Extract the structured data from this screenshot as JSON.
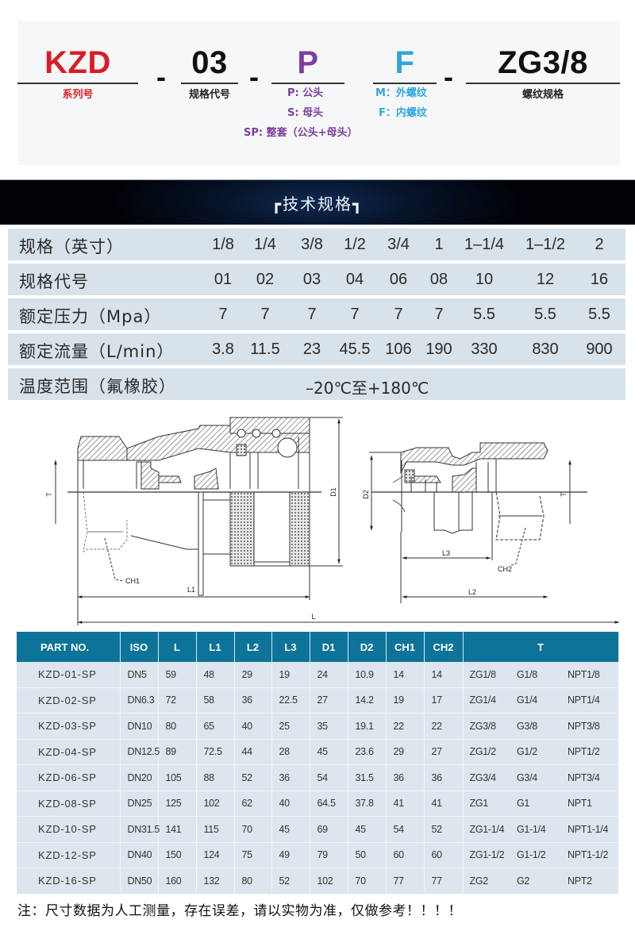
{
  "model_code": {
    "series": {
      "code": "KZD",
      "label": "系列号",
      "color": "#d81e25"
    },
    "spec": {
      "code": "03",
      "label": "规格代号",
      "color": "#111111"
    },
    "gender": {
      "code": "P",
      "color": "#7b3fa0",
      "options": [
        "P: 公头",
        "S: 母头",
        "SP: 整套（公头+母头）"
      ]
    },
    "thread_type": {
      "code": "F",
      "color": "#2ea7dc",
      "options": [
        "M：外螺纹",
        "F：内螺纹"
      ]
    },
    "thread": {
      "code": "ZG3/8",
      "label": "螺纹规格",
      "color": "#111111"
    },
    "separator": "-"
  },
  "spec_section": {
    "title": "技术规格",
    "bracket_left": "┏",
    "bracket_right": "┓",
    "rows": [
      {
        "label": "规格（英寸）",
        "values": [
          "1/8",
          "1/4",
          "3/8",
          "1/2",
          "3/4",
          "1",
          "1–1/4",
          "1–1/2",
          "2"
        ]
      },
      {
        "label": "规格代号",
        "values": [
          "01",
          "02",
          "03",
          "04",
          "06",
          "08",
          "10",
          "12",
          "16"
        ]
      },
      {
        "label": "额定压力（Mpa）",
        "values": [
          "7",
          "7",
          "7",
          "7",
          "7",
          "7",
          "5.5",
          "5.5",
          "5.5"
        ]
      },
      {
        "label": "额定流量（L/min）",
        "values": [
          "3.8",
          "11.5",
          "23",
          "45.5",
          "106",
          "190",
          "330",
          "830",
          "900"
        ]
      },
      {
        "label": "温度范围（氟橡胶）",
        "span_value": "–20℃至+180℃"
      }
    ]
  },
  "drawing": {
    "labels": {
      "T_left": "T",
      "T_right": "T",
      "D1": "D1",
      "D2": "D2",
      "L": "L",
      "L1": "L1",
      "L2": "L2",
      "L3": "L3",
      "CH1": "CH1",
      "CH2": "CH2"
    }
  },
  "dimension_table": {
    "headers": [
      "PART NO.",
      "ISO",
      "L",
      "L1",
      "L2",
      "L3",
      "D1",
      "D2",
      "CH1",
      "CH2",
      "T"
    ],
    "rows": [
      [
        "KZD-01-SP",
        "DN5",
        "59",
        "48",
        "29",
        "19",
        "24",
        "10.9",
        "14",
        "14",
        "ZG1/8",
        "G1/8",
        "NPT1/8"
      ],
      [
        "KZD-02-SP",
        "DN6.3",
        "72",
        "58",
        "36",
        "22.5",
        "27",
        "14.2",
        "19",
        "17",
        "ZG1/4",
        "G1/4",
        "NPT1/4"
      ],
      [
        "KZD-03-SP",
        "DN10",
        "80",
        "65",
        "40",
        "25",
        "35",
        "19.1",
        "22",
        "22",
        "ZG3/8",
        "G3/8",
        "NPT3/8"
      ],
      [
        "KZD-04-SP",
        "DN12.5",
        "89",
        "72.5",
        "44",
        "28",
        "45",
        "23.6",
        "29",
        "27",
        "ZG1/2",
        "G1/2",
        "NPT1/2"
      ],
      [
        "KZD-06-SP",
        "DN20",
        "105",
        "88",
        "52",
        "36",
        "54",
        "31.5",
        "36",
        "36",
        "ZG3/4",
        "G3/4",
        "NPT3/4"
      ],
      [
        "KZD-08-SP",
        "DN25",
        "125",
        "102",
        "62",
        "40",
        "64.5",
        "37.8",
        "41",
        "41",
        "ZG1",
        "G1",
        "NPT1"
      ],
      [
        "KZD-10-SP",
        "DN31.5",
        "141",
        "115",
        "70",
        "45",
        "69",
        "45",
        "54",
        "52",
        "ZG1-1/4",
        "G1-1/4",
        "NPT1-1/4"
      ],
      [
        "KZD-12-SP",
        "DN40",
        "150",
        "124",
        "75",
        "49",
        "79",
        "50",
        "60",
        "60",
        "ZG1-1/2",
        "G1-1/2",
        "NPT1-1/2"
      ],
      [
        "KZD-16-SP",
        "DN50",
        "160",
        "132",
        "80",
        "52",
        "102",
        "70",
        "77",
        "77",
        "ZG2",
        "G2",
        "NPT2"
      ]
    ],
    "header_color": "#0d7398"
  },
  "note": "注：尺寸数据为人工测量，存在误差，请以实物为准，仅做参考！！！！"
}
